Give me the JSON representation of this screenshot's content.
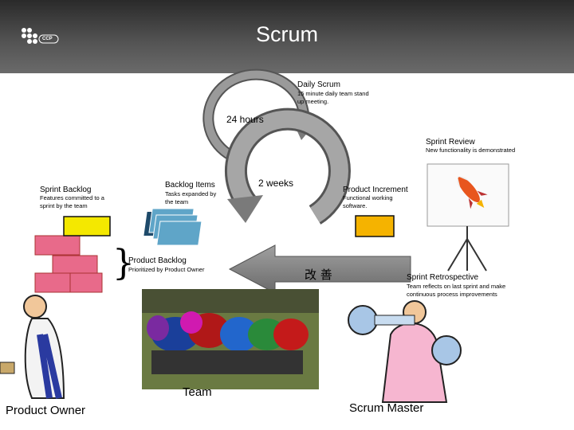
{
  "header": {
    "title": "Scrum",
    "logo_text": "CCP"
  },
  "daily_scrum": {
    "title": "Daily Scrum",
    "desc": "15 minute daily team stand up meeting."
  },
  "cycle_24h": {
    "label": "24 hours"
  },
  "sprint_review": {
    "title": "Sprint Review",
    "desc": "New functionality is demonstrated"
  },
  "sprint_backlog": {
    "title": "Sprint Backlog",
    "desc": "Features committed to a sprint by the team"
  },
  "backlog_items": {
    "title": "Backlog Items",
    "desc": "Tasks expanded by the team"
  },
  "cycle_2w": {
    "label": "2 weeks"
  },
  "product_increment": {
    "title": "Product Increment",
    "desc": "Functional working software."
  },
  "product_backlog": {
    "title": "Product Backlog",
    "desc": "Prioritized by Product Owner"
  },
  "kaizen": {
    "label": "改 善"
  },
  "sprint_retrospective": {
    "title": "Sprint Retrospective",
    "desc": "Team reflects on last sprint and make continuous process improvements"
  },
  "team": {
    "label": "Team"
  },
  "product_owner": {
    "label": "Product Owner"
  },
  "scrum_master": {
    "label": "Scrum Master"
  },
  "colors": {
    "header_bg": "#3a3a3a",
    "brick_red": "#e86a8a",
    "brick_yellow": "#f4e800",
    "increment_orange": "#f5b300",
    "arrow_gray": "#808080",
    "task_teal": "#5fa5c8"
  }
}
